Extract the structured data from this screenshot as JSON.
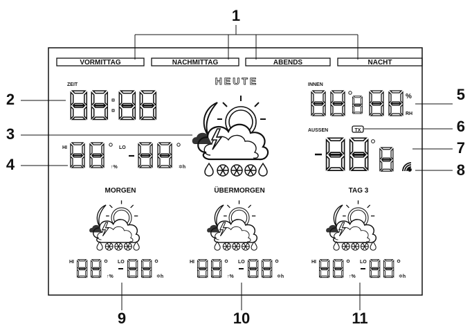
{
  "callouts": [
    "1",
    "2",
    "3",
    "4",
    "5",
    "6",
    "7",
    "8",
    "9",
    "10",
    "11"
  ],
  "periods": [
    "VORMITTAG",
    "NACHMITTAG",
    "ABENDS",
    "NACHT"
  ],
  "heute": "HEUTE",
  "zeit": "ZEIT",
  "innen": "INNEN",
  "aussen": "AUSSEN",
  "tx": "TX",
  "hi": "HI",
  "lo": "LO",
  "percent": "%",
  "rh": "RH",
  "deg": "°",
  "forecast_days": [
    "MORGEN",
    "ÜBERMORGEN",
    "TAG 3"
  ]
}
